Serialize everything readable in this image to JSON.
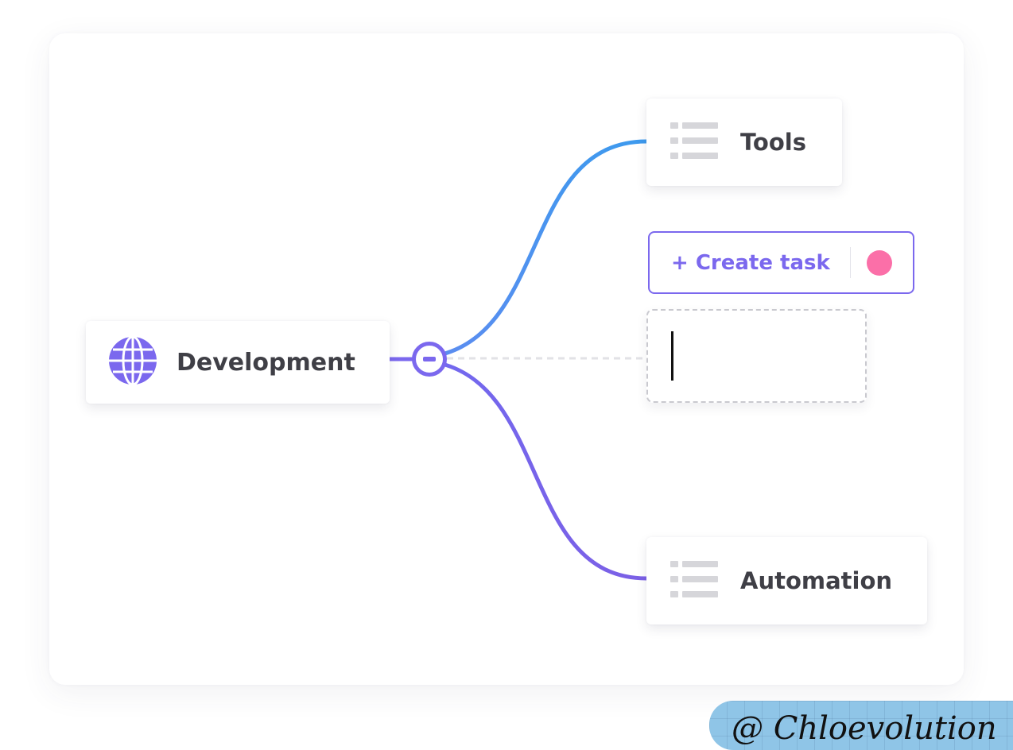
{
  "mindmap": {
    "root": {
      "label": "Development",
      "icon": "globe-icon"
    },
    "children": [
      {
        "label": "Tools",
        "icon": "list-icon"
      },
      {
        "label": "Automation",
        "icon": "list-icon"
      }
    ],
    "create_task": {
      "label": "+ Create task",
      "color_dot": "#fb6fa8"
    },
    "toggle": {
      "icon": "minus-icon"
    }
  },
  "watermark": {
    "text": "@ Chloevolution"
  },
  "colors": {
    "accent": "#7b68ee",
    "blue_branch": "#4a90e2",
    "text": "#3f3f46",
    "list_icon": "#d6d6da"
  }
}
